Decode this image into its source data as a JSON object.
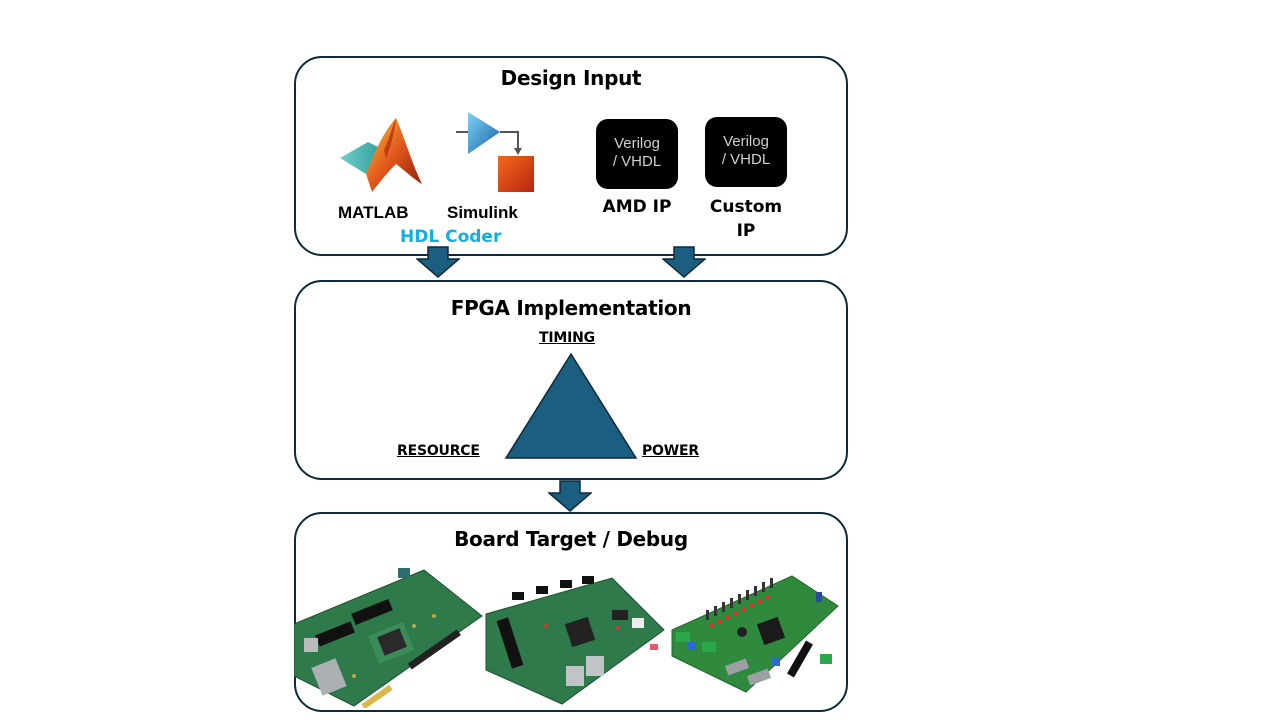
{
  "colors": {
    "border": "#0d2a3d",
    "arrow_fill": "#1b5e80",
    "arrow_stroke": "#0d2a3d",
    "triangle_fill": "#1b5e80",
    "hdl_coder_text": "#12aee8",
    "chip_bg": "#000000",
    "chip_text": "#cfcfcf",
    "pcb_green": "#2f7a4a"
  },
  "design_input": {
    "title": "Design Input",
    "tools": [
      {
        "label": "MATLAB",
        "icon": "matlab-membrane-icon"
      },
      {
        "label": "Simulink",
        "icon": "simulink-block-icon"
      }
    ],
    "hdl_coder_label": "HDL Coder",
    "ip_blocks": [
      {
        "chip_line1": "Verilog",
        "chip_line2": "/ VHDL",
        "label_line1": "AMD IP",
        "label_line2": ""
      },
      {
        "chip_line1": "Verilog",
        "chip_line2": "/ VHDL",
        "label_line1": "Custom",
        "label_line2": "IP"
      }
    ]
  },
  "fpga_implementation": {
    "title": "FPGA Implementation",
    "corners": {
      "top": "TIMING",
      "left": "RESOURCE",
      "right": "POWER"
    }
  },
  "board_target": {
    "title": "Board Target / Debug",
    "boards": [
      {
        "icon": "fpga-dev-board-large-icon"
      },
      {
        "icon": "fpga-dev-board-ethernet-icon"
      },
      {
        "icon": "fpga-dev-board-io-icon"
      }
    ]
  }
}
